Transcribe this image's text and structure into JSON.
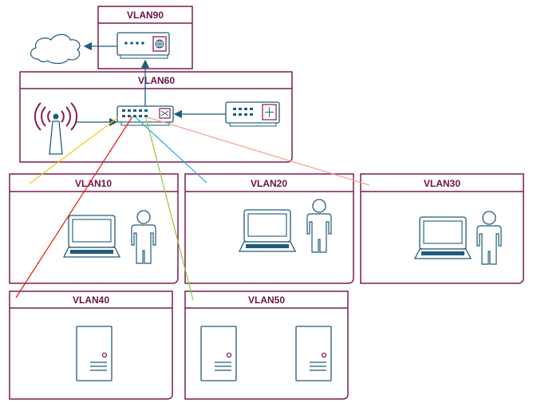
{
  "diagram": {
    "type": "network-topology",
    "style": "hand-drawn",
    "colors": {
      "vlan_border": "#7a1c50",
      "vlan_title": "#6b1046",
      "device_stroke": "#1e5b7a",
      "device_accent": "#8b1a4f",
      "wireless_icon": "#8b1a4f"
    },
    "vlans": [
      {
        "id": "vlan90",
        "title": "VLAN90",
        "devices": [
          "gateway-router"
        ]
      },
      {
        "id": "vlan60",
        "title": "VLAN60",
        "devices": [
          "wireless-access-point",
          "core-switch",
          "router"
        ]
      },
      {
        "id": "vlan10",
        "title": "VLAN10",
        "devices": [
          "laptop",
          "user"
        ]
      },
      {
        "id": "vlan20",
        "title": "VLAN20",
        "devices": [
          "laptop",
          "user"
        ]
      },
      {
        "id": "vlan30",
        "title": "VLAN30",
        "devices": [
          "laptop",
          "user"
        ]
      },
      {
        "id": "vlan40",
        "title": "VLAN40",
        "devices": [
          "server"
        ]
      },
      {
        "id": "vlan50",
        "title": "VLAN50",
        "devices": [
          "server",
          "server"
        ]
      }
    ],
    "external": [
      {
        "id": "internet",
        "icon": "cloud-icon"
      }
    ],
    "arrows": [
      {
        "from": "gateway-router",
        "to": "internet",
        "color": "#1e5b7a"
      },
      {
        "from": "core-switch",
        "to": "gateway-router",
        "color": "#1e5b7a"
      },
      {
        "from": "wireless-access-point",
        "to": "core-switch",
        "color": "#1e5b7a"
      },
      {
        "from": "router",
        "to": "core-switch",
        "color": "#1e5b7a"
      }
    ],
    "links": [
      {
        "from": "core-switch",
        "to": "vlan10",
        "color": "#f5c518"
      },
      {
        "from": "core-switch",
        "to": "vlan20",
        "color": "#29abe2"
      },
      {
        "from": "core-switch",
        "to": "vlan30",
        "color": "#f4a092"
      },
      {
        "from": "core-switch",
        "to": "vlan40",
        "color": "#e8170f"
      },
      {
        "from": "core-switch",
        "to": "vlan50",
        "color": "#8cc63f"
      }
    ]
  }
}
